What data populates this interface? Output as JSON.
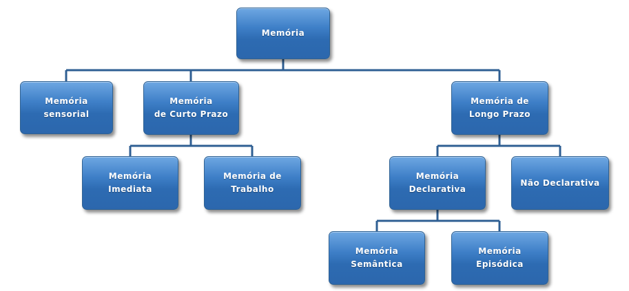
{
  "diagram": {
    "root": {
      "label": "Memória"
    },
    "sensorial": {
      "line1": "Memória",
      "line2": "sensorial"
    },
    "curto": {
      "line1": "Memória",
      "line2": "de Curto  Prazo"
    },
    "longo": {
      "line1": "Memória de",
      "line2": "Longo Prazo"
    },
    "imediata": {
      "line1": "Memória",
      "line2": "Imediata"
    },
    "trabalho": {
      "line1": "Memória de",
      "line2": "Trabalho"
    },
    "declarativa": {
      "line1": "Memória",
      "line2": "Declarativa"
    },
    "nao_declarativa": {
      "label": "Não Declarativa"
    },
    "semantica": {
      "line1": "Memória",
      "line2": "Semântica"
    },
    "episodica": {
      "line1": "Memória",
      "line2": "Episódica"
    }
  },
  "colors": {
    "node_fill_top": "#6ea7e2",
    "node_fill_bottom": "#2c67ad",
    "node_border": "#2e6193",
    "connector": "#2f5f93",
    "text": "#ffffff"
  }
}
